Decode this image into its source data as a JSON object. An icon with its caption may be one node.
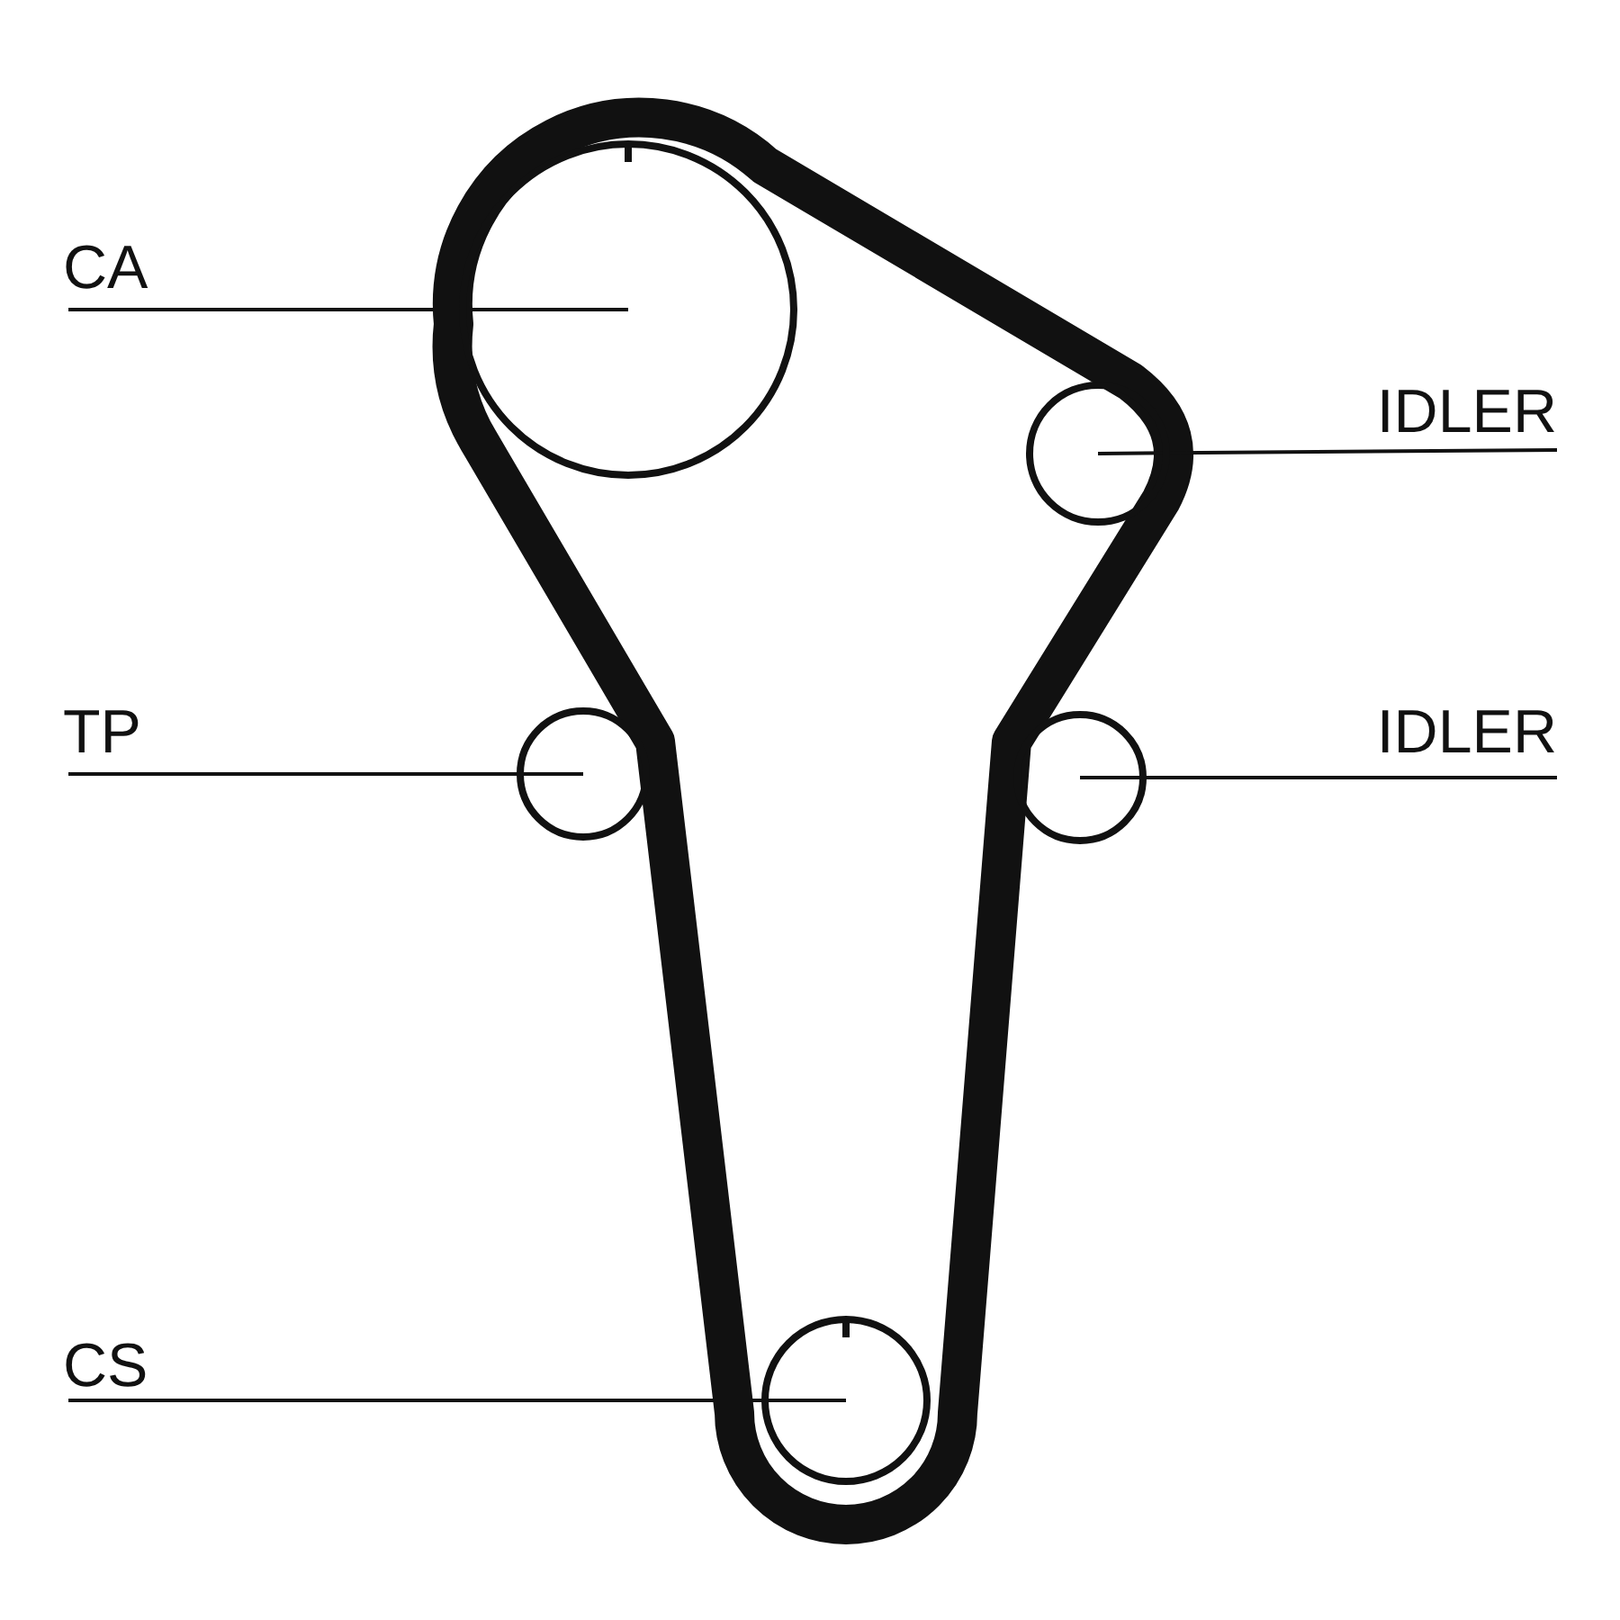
{
  "diagram": {
    "nodes": [
      {
        "text": [
          "CA"
        ]
      },
      {
        "text": [],
        "shape": "circle"
      },
      {
        "text": [
          "IDLER"
        ]
      },
      {
        "text": [],
        "shape": "circle"
      },
      {
        "text": [
          "TP"
        ]
      },
      {
        "text": [],
        "shape": "circle"
      },
      {
        "text": [
          "IDLER"
        ]
      },
      {
        "text": [],
        "shape": "circle"
      },
      {
        "text": [
          "CS"
        ]
      },
      {
        "text": [],
        "shape": "circle"
      }
    ],
    "edges": [
      {
        "from": 0,
        "to": 1,
        "arrow": "none"
      },
      {
        "from": 2,
        "to": 3,
        "arrow": "none"
      },
      {
        "from": 4,
        "to": 5,
        "arrow": "none"
      },
      {
        "from": 6,
        "to": 7,
        "arrow": "none"
      },
      {
        "from": 8,
        "to": 9,
        "arrow": "none"
      }
    ]
  }
}
